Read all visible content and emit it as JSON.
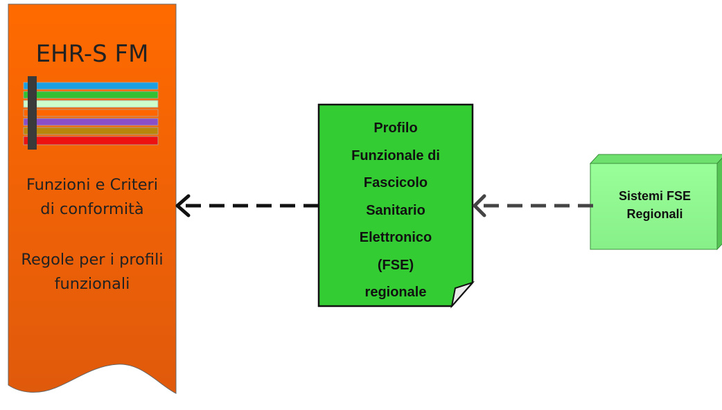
{
  "framework": {
    "title": "EHR-S FM",
    "line1": "Funzioni e Criteri",
    "line2": "di conformità",
    "line3": "Regole per i profili",
    "line4": "funzionali",
    "stripe_colors": [
      "#1ba1e2",
      "#33c033",
      "#ccffcc",
      "#ff6600",
      "#8a4fc7",
      "#b8860b",
      "#ee1111"
    ]
  },
  "profile": {
    "line1": "Profilo",
    "line2": "Funzionale di",
    "line3": "Fascicolo",
    "line4": "Sanitario",
    "line5": "Elettronico",
    "line6": "(FSE)",
    "line7": "regionale"
  },
  "systems": {
    "line1": "Sistemi FSE",
    "line2": "Regionali"
  },
  "colors": {
    "orange_top": "#ff6600",
    "orange_bottom": "#e8640f",
    "profile_green": "#33cc33",
    "systems_green": "#8cff8c",
    "arrow_black": "#111111",
    "arrow_gray": "#444444"
  }
}
